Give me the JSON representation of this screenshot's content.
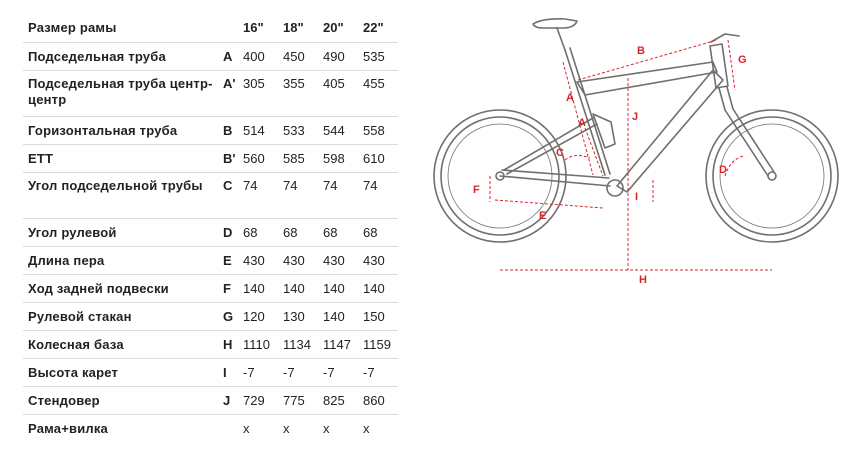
{
  "table": {
    "header": {
      "label": "Размер рамы",
      "sizes": [
        "16\"",
        "18\"",
        "20\"",
        "22\""
      ]
    },
    "rows": [
      {
        "name": "Подседельная труба",
        "code": "A",
        "values": [
          "400",
          "450",
          "490",
          "535"
        ]
      },
      {
        "name": "Подседельная труба центр-центр",
        "code": "A'",
        "values": [
          "305",
          "355",
          "405",
          "455"
        ]
      },
      {
        "name": "Горизонтальная труба",
        "code": "B",
        "values": [
          "514",
          "533",
          "544",
          "558"
        ]
      },
      {
        "name": "ETT",
        "code": "B'",
        "values": [
          "560",
          "585",
          "598",
          "610"
        ]
      },
      {
        "name": "Угол подседельной трубы",
        "code": "C",
        "values": [
          "74",
          "74",
          "74",
          "74"
        ]
      },
      {
        "name": "Угол рулевой",
        "code": "D",
        "values": [
          "68",
          "68",
          "68",
          "68"
        ]
      },
      {
        "name": "Длина пера",
        "code": "E",
        "values": [
          "430",
          "430",
          "430",
          "430"
        ]
      },
      {
        "name": "Ход задней подвески",
        "code": "F",
        "values": [
          "140",
          "140",
          "140",
          "140"
        ]
      },
      {
        "name": "Рулевой стакан",
        "code": "G",
        "values": [
          "120",
          "130",
          "140",
          "150"
        ]
      },
      {
        "name": "Колесная база",
        "code": "H",
        "values": [
          "1110",
          "1134",
          "1147",
          "1159"
        ]
      },
      {
        "name": "Высота карет",
        "code": "I",
        "values": [
          "-7",
          "-7",
          "-7",
          "-7"
        ]
      },
      {
        "name": "Стендовер",
        "code": "J",
        "values": [
          "729",
          "775",
          "825",
          "860"
        ]
      },
      {
        "name": "Рама+вилка",
        "code": "",
        "values": [
          "x",
          "x",
          "x",
          "x"
        ]
      }
    ]
  },
  "diagram": {
    "labels": {
      "A": "A",
      "A_prime": "A'",
      "B": "B",
      "C": "C",
      "D": "D",
      "E": "E",
      "F": "F",
      "G": "G",
      "H": "H",
      "I": "I",
      "J": "J"
    },
    "colors": {
      "frame": "#6f6f6f",
      "dimension": "#d9242b",
      "table_rule": "#dcdcdc"
    }
  }
}
